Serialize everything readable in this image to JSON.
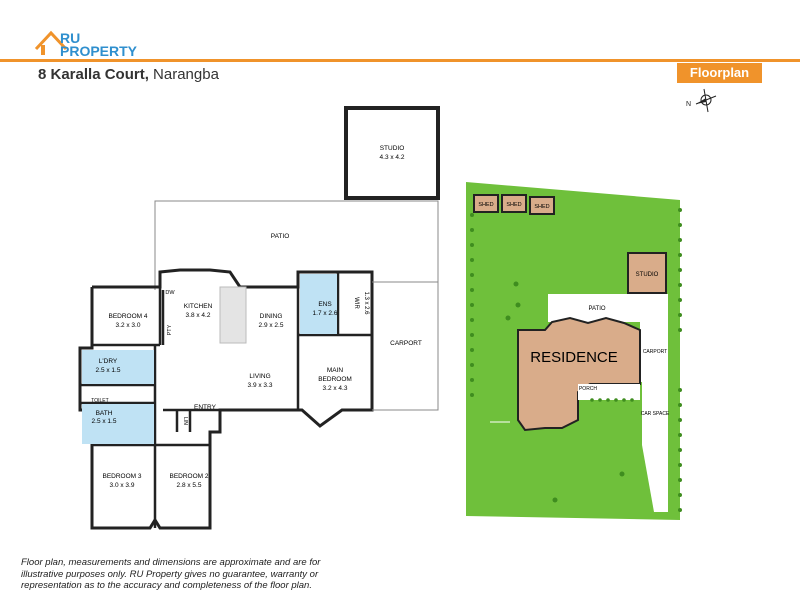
{
  "brand": {
    "logo_line1": "RU",
    "logo_line2": "PROPERTY",
    "accent_color": "#f0932b",
    "brand_color": "#2f8fce"
  },
  "header": {
    "street": "8 Karalla Court,",
    "suburb": "Narangba",
    "badge": "Floorplan",
    "compass_label": "N"
  },
  "rooms": {
    "studio": {
      "name": "STUDIO",
      "dims": "4.3 x 4.2"
    },
    "patio": {
      "name": "PATIO"
    },
    "bedroom4": {
      "name": "BEDROOM 4",
      "dims": "3.2 x 3.0"
    },
    "kitchen": {
      "name": "KITCHEN",
      "dims": "3.8 x 4.2"
    },
    "dining": {
      "name": "DINING",
      "dims": "2.9 x 2.5"
    },
    "ens": {
      "name": "ENS",
      "dims": "1.7 x 2.6"
    },
    "wir": {
      "name": "WIR",
      "dims": "1.3 x 2.6"
    },
    "carport": {
      "name": "CARPORT"
    },
    "ldry": {
      "name": "L'DRY",
      "dims": "2.5 x 1.5"
    },
    "living": {
      "name": "LIVING",
      "dims": "3.9 x 3.3"
    },
    "main_bedroom": {
      "name": "MAIN",
      "name2": "BEDROOM",
      "dims": "3.2 x 4.3"
    },
    "toilet": {
      "name": "TOILET"
    },
    "bath": {
      "name": "BATH",
      "dims": "2.5 x 1.5"
    },
    "entry": {
      "name": "ENTRY"
    },
    "lin": {
      "name": "LIN"
    },
    "pty": {
      "name": "PTY"
    },
    "dw": {
      "name": "DW"
    },
    "bedroom3": {
      "name": "BEDROOM 3",
      "dims": "3.0 x 3.9"
    },
    "bedroom2": {
      "name": "BEDROOM 2",
      "dims": "2.8 x 5.5"
    }
  },
  "site": {
    "shed1": "SHED",
    "shed2": "SHED",
    "shed3": "SHED",
    "studio": "STUDIO",
    "patio": "PATIO",
    "residence": "RESIDENCE",
    "carport": "CARPORT",
    "porch": "PORCH",
    "car_space": "CAR SPACE",
    "lawn_color": "#6fc03b",
    "residence_color": "#d9ac8a"
  },
  "disclaimer": "Floor plan, measurements and dimensions are approximate and are for illustrative purposes only. RU Property gives no guarantee, warranty or representation as to the accuracy and completeness of the floor plan."
}
